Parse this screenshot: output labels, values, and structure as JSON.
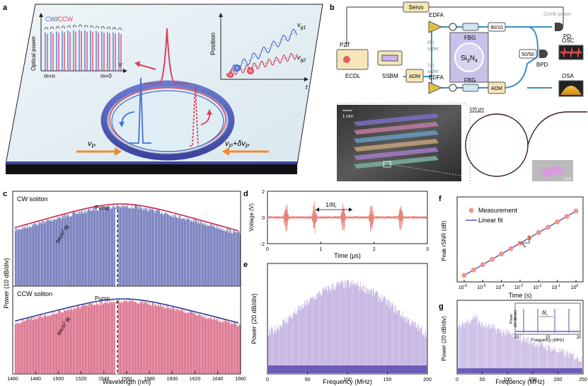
{
  "panels": {
    "a": "a",
    "b": "b",
    "c": "c",
    "d": "d",
    "e": "e",
    "f": "f",
    "g": "g"
  },
  "panel_a": {
    "legend_cw": "CW",
    "legend_slash": "/",
    "legend_ccw": "CCW",
    "ylabel": "Optical power",
    "xlabel": "ν",
    "mode_left": "m=n",
    "mode_right": "m=0",
    "pos_ylabel": "Position",
    "pos_xlabel": "t",
    "vg1": "v",
    "vg1_sub": "g1",
    "vg2": "v",
    "vg2_sub": "g2",
    "vp_left": "v",
    "vp_left_sub": "P",
    "vp_right": "v",
    "vp_right_sub": "P",
    "vp_right_plus": "+δv",
    "vp_right_sub2": "P",
    "colors": {
      "cw": "#4a6fd6",
      "ccw": "#e0405a",
      "pump_arrow": "#f08a30"
    }
  },
  "panel_b": {
    "servo": "Servo",
    "comb_power": "Comb power",
    "edfa_top": "EDFA",
    "edfa_bottom": "EDFA",
    "fbg_top": "FBG",
    "fbg_bottom": "FBG",
    "split_9010": "90/10",
    "split_5050": "50/50",
    "pd": "PD",
    "bpd": "BPD",
    "osc": "OSC",
    "osa": "OSA",
    "pzt": "PZT",
    "ecdl": "ECDL",
    "ssbm": "SSBM",
    "aom_left": "AOM",
    "aom_right": "AOM",
    "order0": "0th",
    "order0b": "order",
    "order1": "1st",
    "order1b": "order",
    "chip": "Si",
    "chip_sub": "3",
    "chip_n": "N",
    "chip_sub2": "4",
    "scale1": "1 mm",
    "scale2": "100 μm",
    "scale3": "1 μm"
  },
  "panel_c": {
    "ylabel": "Power (10 dB/div)",
    "xlabel": "Wavelength (nm)",
    "top_title": "CW soliton",
    "bottom_title": "CCW soliton",
    "pump": "Pump",
    "fit_top": "sech",
    "fit_sup": "2",
    "fit_tail": " fit",
    "xticks": [
      "1460",
      "1480",
      "1500",
      "1520",
      "1540",
      "1560",
      "1580",
      "1600",
      "1620",
      "1640",
      "1660"
    ]
  },
  "panel_d": {
    "ylabel": "Voltage (V)",
    "xlabel": "Time (μs)",
    "annot": "1/δf",
    "annot_sub": "r",
    "xticks": [
      "0",
      "1",
      "2",
      "3"
    ],
    "yticks": [
      "2",
      "0",
      "-2"
    ]
  },
  "panel_e": {
    "ylabel": "Power (20 dB/div)",
    "xlabel": "Frequency (MHz)",
    "xticks": [
      "0",
      "50",
      "100",
      "150",
      "200"
    ]
  },
  "panel_f": {
    "ylabel": "Peak rSNR (dB)",
    "xlabel": "Time (s)",
    "legend_meas": "Measurement",
    "legend_fit": "Linear fit",
    "slope": "1",
    "xticks": [
      "10",
      "10",
      "10",
      "10",
      "10",
      "10",
      "10"
    ],
    "xexps": [
      "-6",
      "-5",
      "-4",
      "-3",
      "-2",
      "-1",
      "0"
    ]
  },
  "panel_g": {
    "ylabel": "Power (20 dB/div)",
    "xlabel": "Frequency (MHz)",
    "xticks": [
      "0",
      "50",
      "100",
      "150",
      "200",
      "250"
    ],
    "inset_ylabel": "Power",
    "inset_ylabel2": "(20 dB/div)",
    "inset_xlabel": "Frequency (MHz)",
    "inset_annot": "δf",
    "inset_annot_sub": "r",
    "inset_xticks": [
      "10",
      "15",
      "20"
    ]
  },
  "chart_data": [
    {
      "type": "area",
      "panel": "c-top",
      "title": "CW soliton",
      "xlabel": "Wavelength (nm)",
      "ylabel": "Power (10 dB/div)",
      "xlim": [
        1460,
        1660
      ],
      "pump_nm": 1551,
      "center_nm": 1555,
      "fit": "sech2",
      "series": [
        {
          "name": "CW soliton",
          "color": "#4a55a8"
        }
      ]
    },
    {
      "type": "area",
      "panel": "c-bottom",
      "title": "CCW soliton",
      "xlabel": "Wavelength (nm)",
      "ylabel": "Power (10 dB/div)",
      "xlim": [
        1460,
        1660
      ],
      "pump_nm": 1551,
      "center_nm": 1557,
      "fit": "sech2",
      "series": [
        {
          "name": "CCW soliton",
          "color": "#d0476a"
        }
      ]
    },
    {
      "type": "line",
      "panel": "d",
      "xlabel": "Time (μs)",
      "ylabel": "Voltage (V)",
      "xlim": [
        0,
        3
      ],
      "ylim": [
        -2,
        2
      ],
      "burst_times_us": [
        0.35,
        0.88,
        1.42,
        1.95,
        2.5
      ],
      "color": "#e8857a"
    },
    {
      "type": "bar",
      "panel": "e",
      "xlabel": "Frequency (MHz)",
      "ylabel": "Power (20 dB/div)",
      "xlim": [
        0,
        200
      ],
      "color": "#b9a6dc"
    },
    {
      "type": "scatter",
      "panel": "f",
      "xlabel": "Time (s)",
      "ylabel": "Peak rSNR (dB)",
      "log_x": true,
      "x": [
        1e-06,
        3.2e-06,
        1e-05,
        3.2e-05,
        0.0001,
        0.00032,
        0.001,
        0.0032,
        0.01,
        0.032,
        0.1,
        0.32,
        1
      ],
      "y": [
        0.03,
        0.1,
        0.17,
        0.24,
        0.31,
        0.38,
        0.45,
        0.52,
        0.59,
        0.66,
        0.73,
        0.8,
        0.87
      ],
      "series": [
        {
          "name": "Measurement",
          "color": "#f0958a"
        },
        {
          "name": "Linear fit",
          "color": "#6b5fc4"
        }
      ]
    },
    {
      "type": "bar",
      "panel": "g",
      "xlabel": "Frequency (MHz)",
      "ylabel": "Power (20 dB/div)",
      "xlim": [
        0,
        250
      ],
      "color": "#b9a6dc"
    }
  ]
}
